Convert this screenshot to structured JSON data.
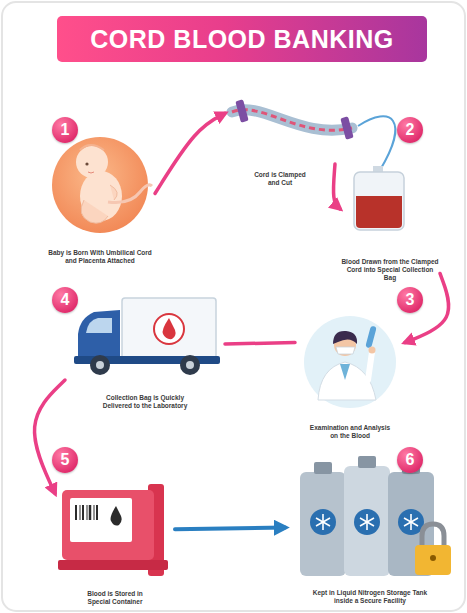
{
  "diagram": {
    "title": "CORD BLOOD BANKING",
    "nodes": [
      {
        "text": [
          "Baby is Born With Umbilical Cord and Placenta Attached"
        ]
      },
      {
        "text": [
          "Cord is Clamped and Cut"
        ]
      },
      {
        "text": [
          "Blood Drawn from the Clamped Cord into Special Collection Bag"
        ]
      },
      {
        "text": [
          "Examination and Analysis on the Blood"
        ]
      },
      {
        "text": [
          "Collection Bag is Quickly Delivered to the Laboratory"
        ]
      },
      {
        "text": [
          "Blood is Stored in Special Container"
        ]
      },
      {
        "text": [
          "Kept in Liquid Nitrogen Storage Tank inside a Secure Facility"
        ]
      }
    ],
    "edges": [
      {
        "from": 0,
        "to": 1,
        "arrow": "to"
      },
      {
        "from": 1,
        "to": 2,
        "arrow": "to"
      },
      {
        "from": 2,
        "to": 3,
        "arrow": "to"
      },
      {
        "from": 3,
        "to": 4,
        "arrow": "none"
      },
      {
        "from": 4,
        "to": 5,
        "arrow": "to"
      },
      {
        "from": 5,
        "to": 6,
        "arrow": "to"
      }
    ],
    "labels": [
      "1",
      "2",
      "3",
      "4",
      "5",
      "6"
    ]
  }
}
